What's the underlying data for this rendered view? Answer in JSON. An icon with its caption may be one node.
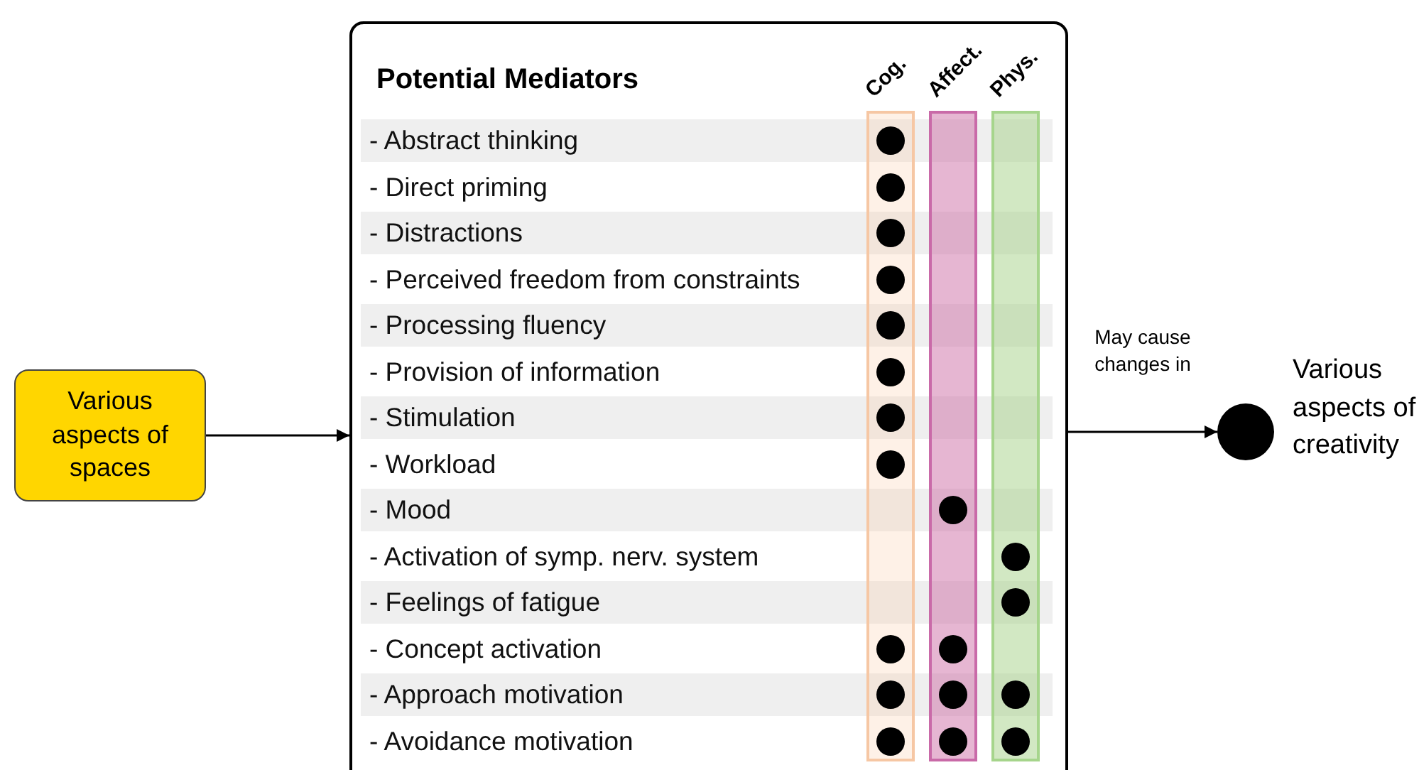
{
  "diagram": {
    "nodes": [
      {
        "text": [
          "Various aspects of spaces"
        ]
      },
      {
        "text": [
          "Potential Mediators"
        ]
      },
      {
        "text": [],
        "shape": "circle",
        "beside": [
          "Various aspects of creativity"
        ]
      }
    ],
    "edges": [
      {
        "from": 0,
        "to": 1,
        "arrow": "to"
      },
      {
        "from": 1,
        "to": 2,
        "arrow": "to",
        "label": "May cause changes in"
      }
    ],
    "labels": [
      "Cog.",
      "Affect.",
      "Phys.",
      "- Abstract thinking",
      "- Direct priming",
      "- Distractions",
      "- Perceived freedom from constraints",
      "- Processing fluency",
      "- Provision of information",
      "- Stimulation",
      "- Workload",
      "- Mood",
      "- Activation of symp. nerv. system",
      "- Feelings of fatigue",
      "- Concept activation",
      "- Approach motivation",
      "- Avoidance motivation"
    ]
  }
}
